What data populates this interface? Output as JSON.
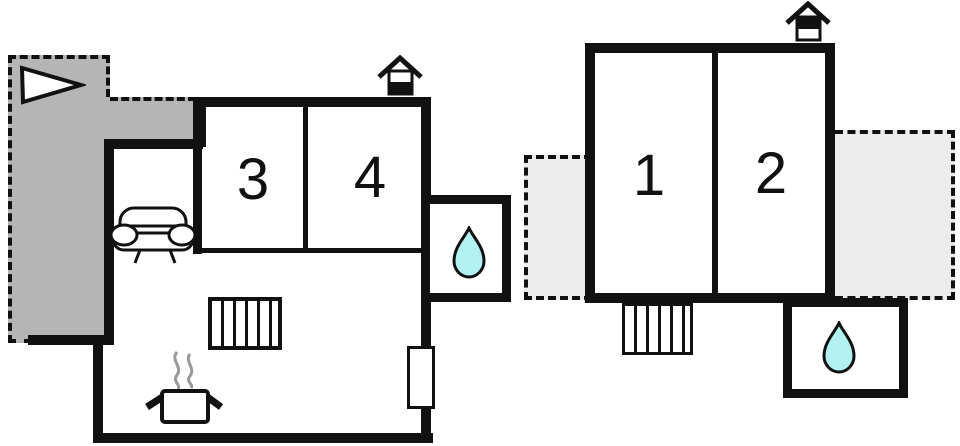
{
  "colors": {
    "wall": "#111111",
    "terrace_dark": "#b5b5b5",
    "terrace_light": "#ececec",
    "water": "#b3f0f2",
    "steam": "#999999",
    "background": "#ffffff"
  },
  "buildings": {
    "left": {
      "rooms": [
        {
          "label": "3"
        },
        {
          "label": "4"
        }
      ],
      "icons": [
        "direction-flag-icon",
        "chimney-icon",
        "sofa-icon",
        "radiator-icon",
        "water-drop-icon",
        "cooking-pot-icon",
        "window-symbol"
      ],
      "terraces": [
        {
          "style": "dark-gray",
          "border": "dashed"
        }
      ]
    },
    "right": {
      "rooms": [
        {
          "label": "1"
        },
        {
          "label": "2"
        }
      ],
      "icons": [
        "chimney-icon",
        "radiator-icon",
        "water-drop-icon"
      ],
      "terraces": [
        {
          "style": "light-gray",
          "border": "dashed"
        },
        {
          "style": "light-gray",
          "border": "dashed"
        }
      ]
    }
  }
}
